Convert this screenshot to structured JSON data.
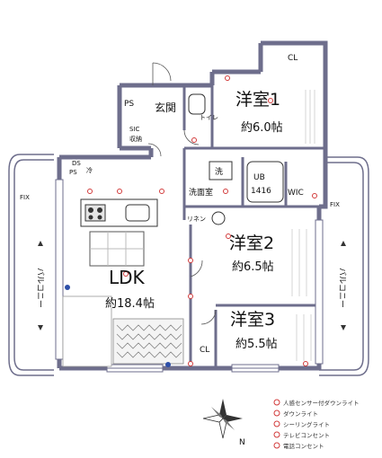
{
  "rooms": {
    "bedroom1": {
      "name": "洋室1",
      "area": "約6.0帖"
    },
    "bedroom2": {
      "name": "洋室2",
      "area": "約6.5帖"
    },
    "bedroom3": {
      "name": "洋室3",
      "area": "約5.5帖"
    },
    "ldk": {
      "name": "LDK",
      "area": "約18.4帖"
    },
    "entrance": "玄関",
    "toilet": "トイレ",
    "washroom": "洗面室",
    "washer": "洗",
    "linen": "リネン",
    "sic": "SIC",
    "sic_storage": "収納",
    "unit_bath": "UB",
    "unit_bath_size": "1416",
    "wic": "WIC",
    "closet_top": "CL",
    "closet_bottom": "CL",
    "ps_entrance": "PS",
    "ps_kitchen": "PS",
    "ds": "DS",
    "fridge": "冷"
  },
  "balcony": {
    "left_label": "バルコニー",
    "right_label": "バルコニー",
    "fix_left": "FIX",
    "fix_right": "FIX"
  },
  "legend": [
    {
      "icon": "motion-sensor-downlight-icon",
      "text": "人感センサー付ダウンライト"
    },
    {
      "icon": "downlight-icon",
      "text": "ダウンライト"
    },
    {
      "icon": "ceiling-light-icon",
      "text": "シーリングライト"
    },
    {
      "icon": "tv-outlet-icon",
      "text": "テレビコンセント"
    },
    {
      "icon": "phone-outlet-icon",
      "text": "電話コンセント"
    }
  ],
  "compass": {
    "north": "N"
  },
  "colors": {
    "wall": "#6e6e8c",
    "fixture": "#d23a3a",
    "tv_outlet": "#2d4fa8"
  }
}
